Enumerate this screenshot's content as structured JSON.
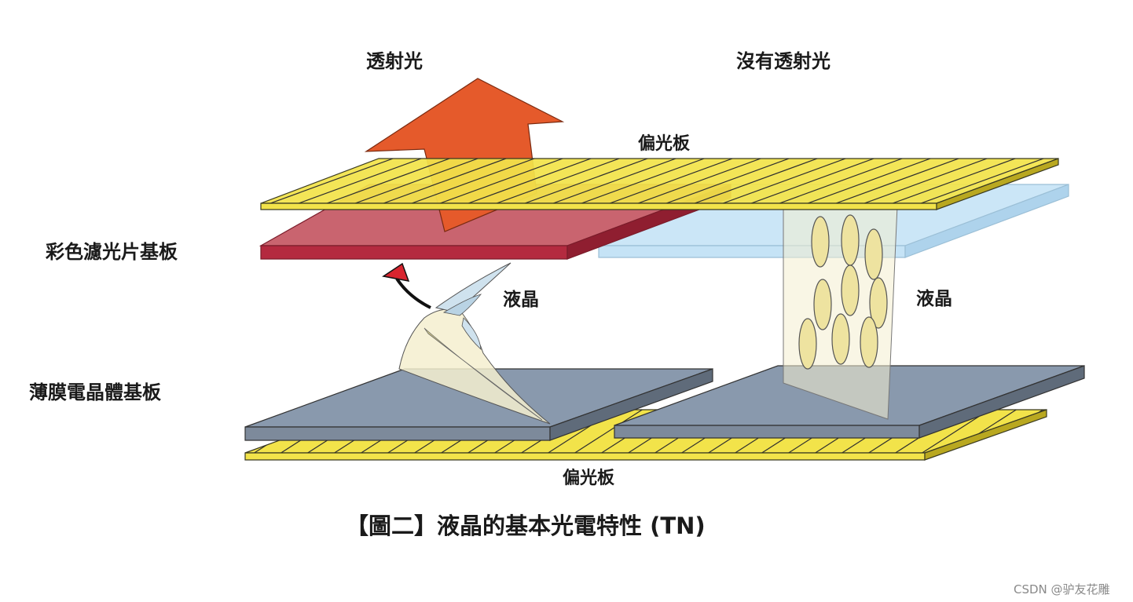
{
  "labels": {
    "transmitted_light": "透射光",
    "no_transmitted_light": "沒有透射光",
    "polarizer_top": "偏光板",
    "color_filter": "彩色濾光片基板",
    "liquid_crystal_left": "液晶",
    "liquid_crystal_right": "液晶",
    "tft_substrate": "薄膜電晶體基板",
    "polarizer_bottom": "偏光板"
  },
  "caption": "【圖二】液晶的基本光電特性 (TN)",
  "watermark": "CSDN @驴友花雕",
  "colors": {
    "polarizer": "#f2e34a",
    "polarizer_edge": "#b9a820",
    "red_filter": "#c9646f",
    "red_filter_edge": "#a8243a",
    "blue_filter": "#c5e3f6",
    "tft_top": "#8999ad",
    "tft_edge": "#5f6b7a",
    "light_arrow": "#e55a2b",
    "lc_molecule": "#eee3a0",
    "lc_column": "#f4efcf",
    "lc_twist": "#cfe2ee"
  }
}
